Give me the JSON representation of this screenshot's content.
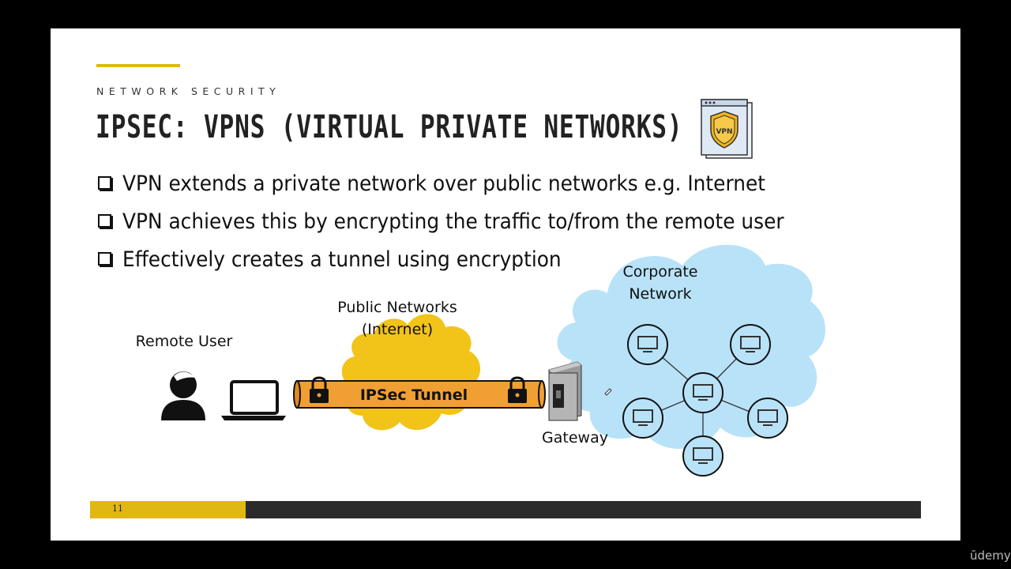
{
  "slide": {
    "section_label": "NETWORK SECURITY",
    "title": "IPSEC: VPNS (VIRTUAL PRIVATE NETWORKS)",
    "vpn_badge": "VPN",
    "bullets": [
      "VPN extends a private network over public networks e.g. Internet",
      "VPN achieves this by encrypting the traffic to/from the remote user",
      "Effectively creates a tunnel using encryption"
    ],
    "page_number": "11"
  },
  "diagram": {
    "remote_user_label": "Remote User",
    "public_networks_label_line1": "Public Networks",
    "public_networks_label_line2": "(Internet)",
    "tunnel_label": "IPSec Tunnel",
    "gateway_label": "Gateway",
    "corporate_label_line1": "Corporate",
    "corporate_label_line2": "Network"
  },
  "colors": {
    "accent": "#e0b814",
    "tunnel": "#f0a033",
    "internet_cloud": "#f2c318",
    "corporate_cloud": "#b8e2f8",
    "footer_dark": "#2b2b2b"
  },
  "branding": {
    "watermark": "ūdemy"
  }
}
